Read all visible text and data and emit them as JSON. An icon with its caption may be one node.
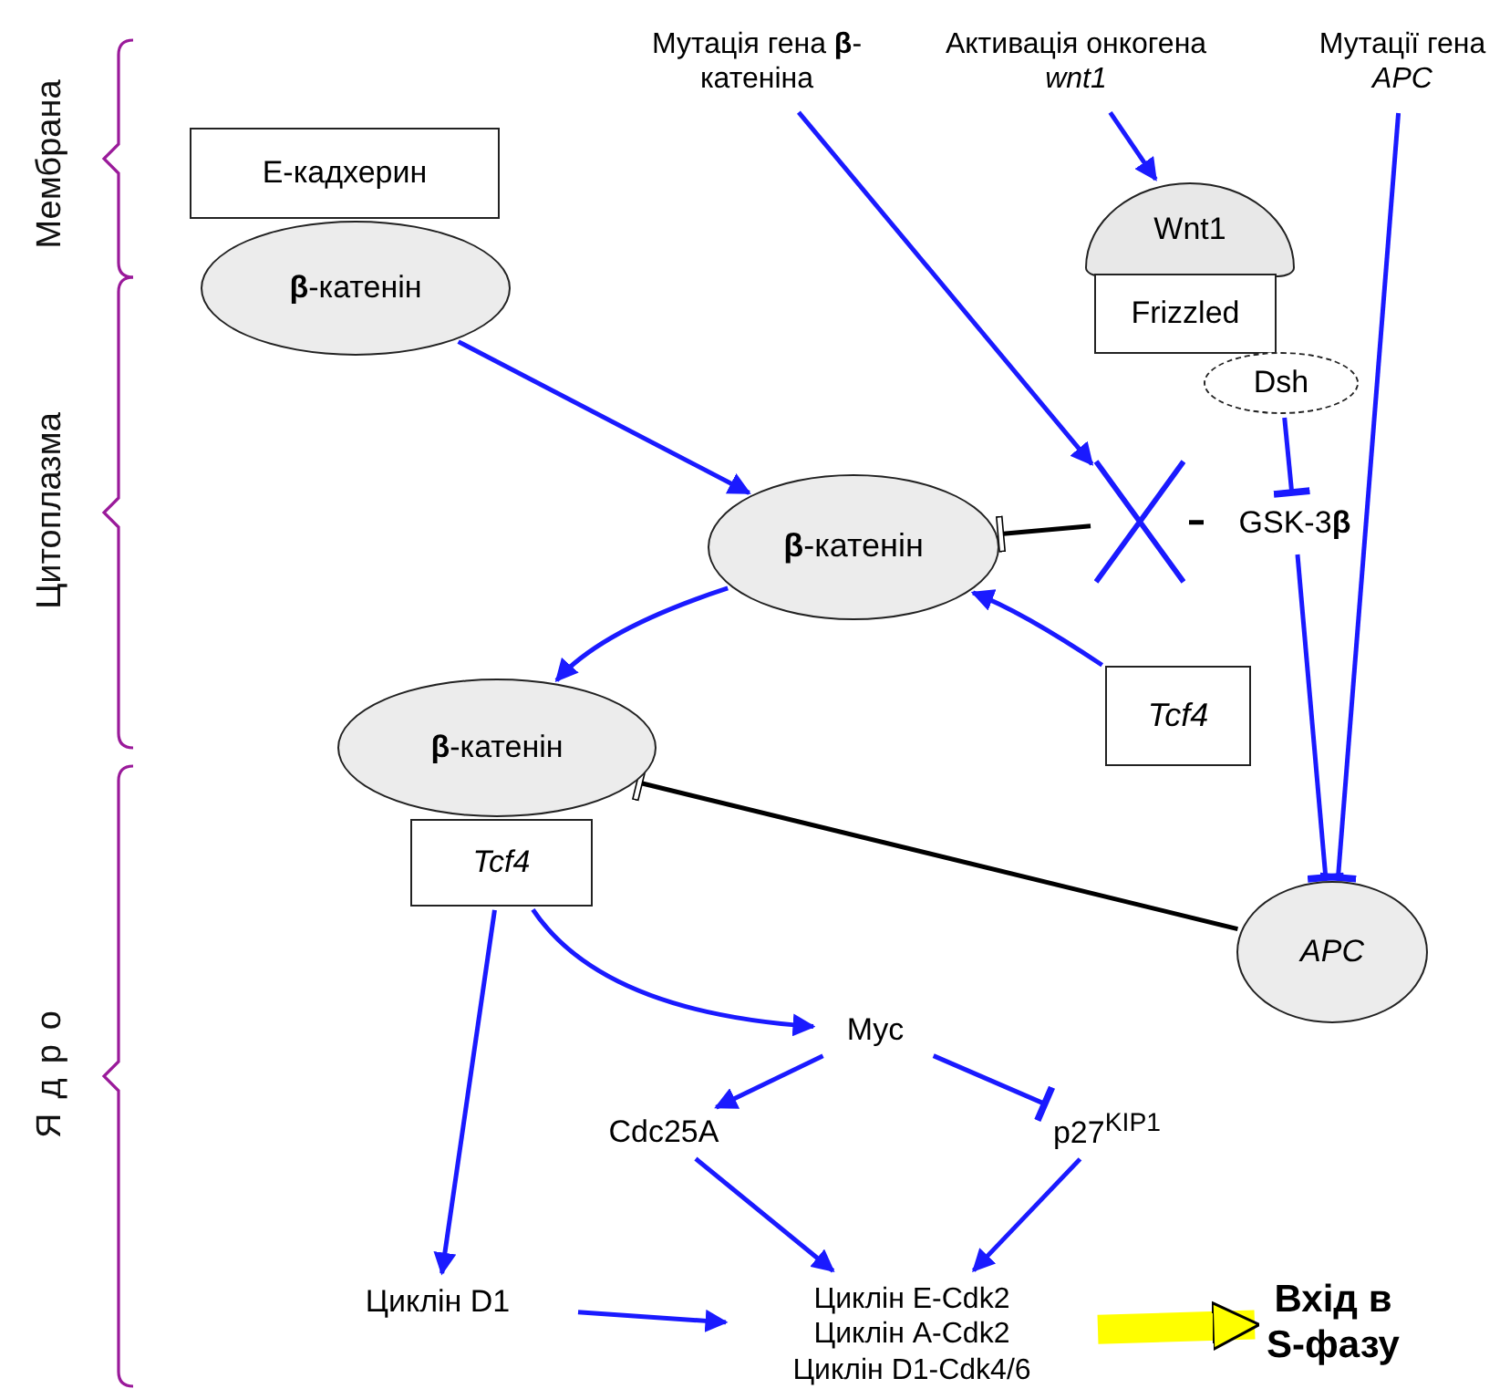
{
  "diagram": {
    "nodes": [
      {
        "text": [
          "Е-кадхерин"
        ]
      },
      {
        "text": [
          "**β**-катенін"
        ]
      },
      {
        "text": [
          "Мутація гена **β**-катеніна"
        ]
      },
      {
        "text": [
          "Активація онкогена *wnt1*"
        ]
      },
      {
        "text": [
          "Мутації гена *APC*"
        ]
      },
      {
        "text": [
          "Wnt1"
        ]
      },
      {
        "text": [
          "Frizzled"
        ]
      },
      {
        "text": [
          "Dsh"
        ]
      },
      {
        "text": [
          "GSK-3**β**"
        ]
      },
      {
        "text": [
          "**β**-катенін"
        ]
      },
      {
        "text": [
          "Tcf4"
        ]
      },
      {
        "text": [
          "**β**-катенін"
        ]
      },
      {
        "text": [
          "Tcf4"
        ]
      },
      {
        "text": [
          "APC"
        ]
      },
      {
        "text": [
          "Myc"
        ]
      },
      {
        "text": [
          "Cdc25A"
        ]
      },
      {
        "text": [
          "p27$^{KIP1}$"
        ]
      },
      {
        "text": [
          "Циклін D1"
        ]
      },
      {
        "text": [
          "Циклін E-Cdk2",
          "Циклін A-Cdk2",
          "Циклін D1-Cdk4/6"
        ]
      },
      {
        "text": [
          "Вхід в S-фазу"
        ]
      },
      {
        "text": [],
        "shape": "cross"
      }
    ],
    "edges": [
      {
        "from": 1,
        "to": 9,
        "arrow": "to"
      },
      {
        "from": 3,
        "to": 5,
        "arrow": "to"
      },
      {
        "from": 2,
        "to": 20,
        "arrow": "to"
      },
      {
        "from": 7,
        "to": 8,
        "arrow": "other"
      },
      {
        "from": 20,
        "to": 9,
        "arrow": "other",
        "color": "#000000"
      },
      {
        "from": 10,
        "to": 9,
        "arrow": "to"
      },
      {
        "from": 9,
        "to": 11,
        "arrow": "to"
      },
      {
        "from": 13,
        "to": 11,
        "arrow": "other",
        "color": "#000000"
      },
      {
        "from": 8,
        "to": 13,
        "arrow": "other"
      },
      {
        "from": 4,
        "to": 13,
        "arrow": "other"
      },
      {
        "from": 12,
        "to": 14,
        "arrow": "to"
      },
      {
        "from": 12,
        "to": 17,
        "arrow": "to"
      },
      {
        "from": 14,
        "to": 15,
        "arrow": "to"
      },
      {
        "from": 14,
        "to": 16,
        "arrow": "other"
      },
      {
        "from": 15,
        "to": 18,
        "arrow": "to"
      },
      {
        "from": 16,
        "to": 18,
        "arrow": "to"
      },
      {
        "from": 17,
        "to": 18,
        "arrow": "to"
      },
      {
        "from": 18,
        "to": 19,
        "arrow": "to",
        "style": "thick",
        "color": "#ffff00"
      },
      {
        "from": 8,
        "to": 20,
        "arrow": "none",
        "color": "#000000"
      }
    ],
    "labels": [
      "Мембрана",
      "Цитоплазма",
      "Ядро"
    ]
  }
}
